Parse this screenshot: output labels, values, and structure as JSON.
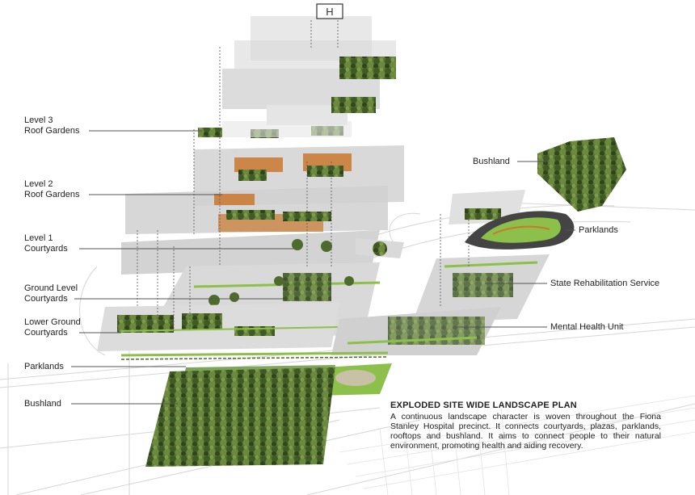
{
  "labels_left": {
    "level3": [
      "Level 3",
      "Roof Gardens"
    ],
    "level2": [
      "Level 2",
      "Roof Gardens"
    ],
    "level1": [
      "Level 1",
      "Courtyards"
    ],
    "ground": [
      "Ground Level",
      "Courtyards"
    ],
    "lower_ground": [
      "Lower Ground",
      "Courtyards"
    ],
    "parklands": "Parklands",
    "bushland": "Bushland"
  },
  "labels_right": {
    "bushland": "Bushland",
    "parklands": "Parklands",
    "state_rehab": "State Rehabilitation Service",
    "mental_health": "Mental Health Unit"
  },
  "info": {
    "heading": "EXPLODED SITE WIDE LANDSCAPE PLAN",
    "description": "A continuous landscape character is woven throughout the Fiona Stanley Hospital precinct. It connects courtyards, plazas, parklands, rooftops and bushland. It aims to connect people to their natural environment, promoting health and aiding recovery."
  },
  "colors": {
    "tree_green": "#4e6b2e",
    "lawn_green": "#8cc04a",
    "roof_orange": "#c9782e",
    "building_grey": "#d4d4d4",
    "line": "#555555"
  },
  "helipad_mark": "H"
}
